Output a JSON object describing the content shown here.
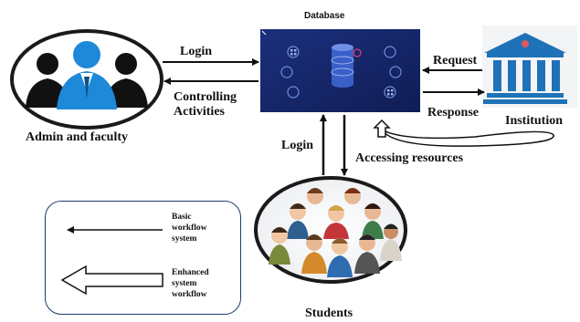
{
  "database": {
    "title": "Database"
  },
  "actors": {
    "admin": "Admin and faculty",
    "institution": "Institution",
    "students": "Students"
  },
  "edges": {
    "admin_login": "Login",
    "controlling": "Controlling\nActivities",
    "request": "Request",
    "response": "Response",
    "student_login": "Login",
    "accessing": "Accessing resources"
  },
  "legend": {
    "basic": "Basic\nworkflow\nsystem",
    "enhanced": "Enhanced\nsystem\nworkflow"
  },
  "colors": {
    "database_bg": "#1a2a6e",
    "admin_accent": "#1e88d9",
    "institution_blue": "#1f72b8",
    "legend_border": "#1d3c6e"
  },
  "icons": {
    "admin": "admin-group-icon",
    "institution": "bank-building-icon",
    "students": "student-crowd-icon",
    "database": "database-stack-icon"
  }
}
